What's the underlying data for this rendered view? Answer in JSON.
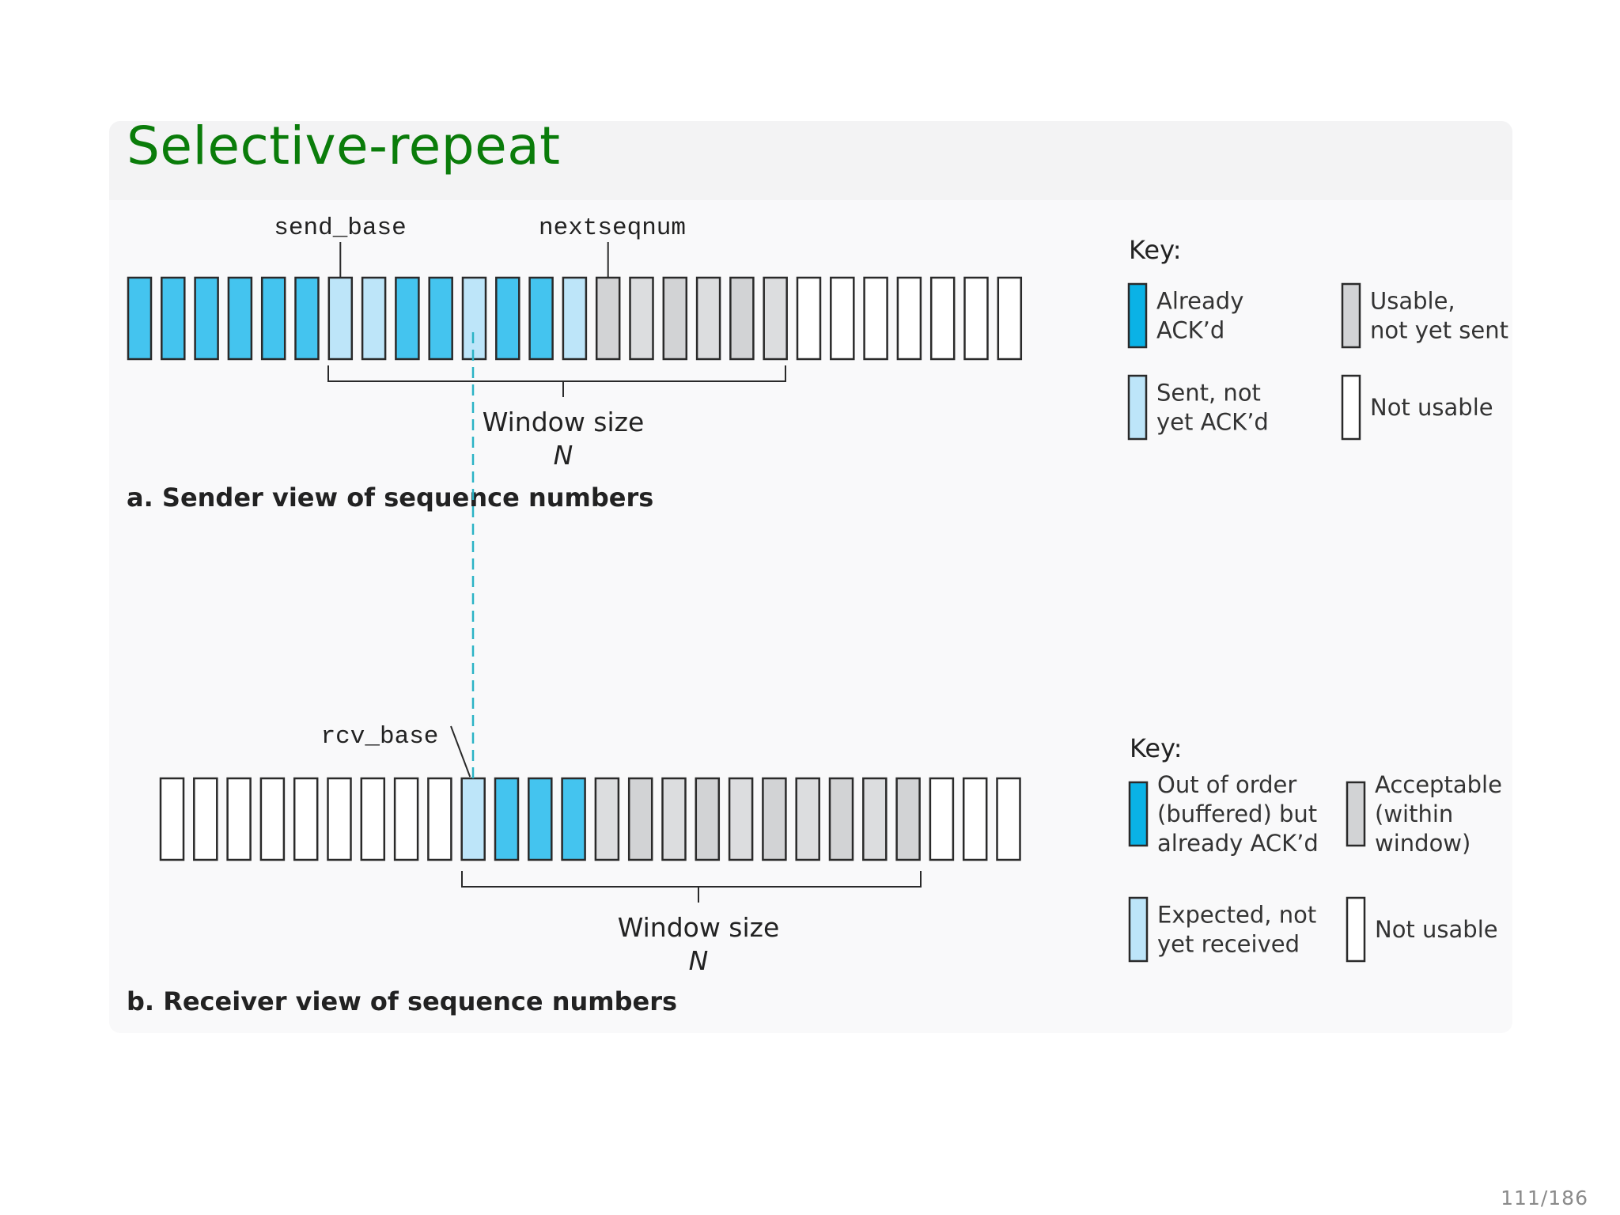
{
  "slide": {
    "title": "Selective-repeat",
    "page_number": "111/186"
  },
  "colors": {
    "title": "#0a7c0a",
    "acked": "#44c4ef",
    "acked_dark": "#0ab2e6",
    "sent": "#bde5f9",
    "usable": "#d2d3d5",
    "usable_light": "#dcdddf",
    "not_usable": "#ffffff",
    "pointer_line": "#2bb3c5"
  },
  "sender": {
    "send_base_label": "send_base",
    "nextseqnum_label": "nextseqnum",
    "window_label": "Window size",
    "window_var": "N",
    "caption": "a. Sender view of sequence numbers",
    "slots": [
      "acked",
      "acked",
      "acked",
      "acked",
      "acked",
      "acked",
      "sent",
      "sent",
      "acked",
      "acked",
      "sent",
      "acked",
      "acked",
      "sent",
      "usable",
      "usable",
      "usable",
      "usable",
      "usable",
      "usable",
      "empty",
      "empty",
      "empty",
      "empty",
      "empty",
      "empty",
      "empty"
    ],
    "key": {
      "title": "Key:",
      "items": [
        {
          "state": "acked",
          "lines": [
            "Already",
            "ACK’d"
          ]
        },
        {
          "state": "usable",
          "lines": [
            "Usable,",
            "not yet sent"
          ]
        },
        {
          "state": "sent",
          "lines": [
            "Sent, not",
            "yet ACK’d"
          ]
        },
        {
          "state": "empty",
          "lines": [
            "Not usable"
          ]
        }
      ]
    }
  },
  "receiver": {
    "rcv_base_label": "rcv_base",
    "window_label": "Window size",
    "window_var": "N",
    "caption": "b. Receiver view of sequence numbers",
    "slots": [
      "empty",
      "empty",
      "empty",
      "empty",
      "empty",
      "empty",
      "empty",
      "empty",
      "empty",
      "sent",
      "acked",
      "acked",
      "acked",
      "usable",
      "usable",
      "usable",
      "usable",
      "usable",
      "usable",
      "usable",
      "usable",
      "usable",
      "usable",
      "empty",
      "empty",
      "empty"
    ],
    "key": {
      "title": "Key:",
      "items": [
        {
          "state": "acked",
          "lines": [
            "Out of order",
            "(buffered) but",
            "already ACK’d"
          ]
        },
        {
          "state": "usable",
          "lines": [
            "Acceptable",
            "(within",
            "window)"
          ]
        },
        {
          "state": "sent",
          "lines": [
            "Expected, not",
            "yet received"
          ]
        },
        {
          "state": "empty",
          "lines": [
            "Not usable"
          ]
        }
      ]
    }
  }
}
